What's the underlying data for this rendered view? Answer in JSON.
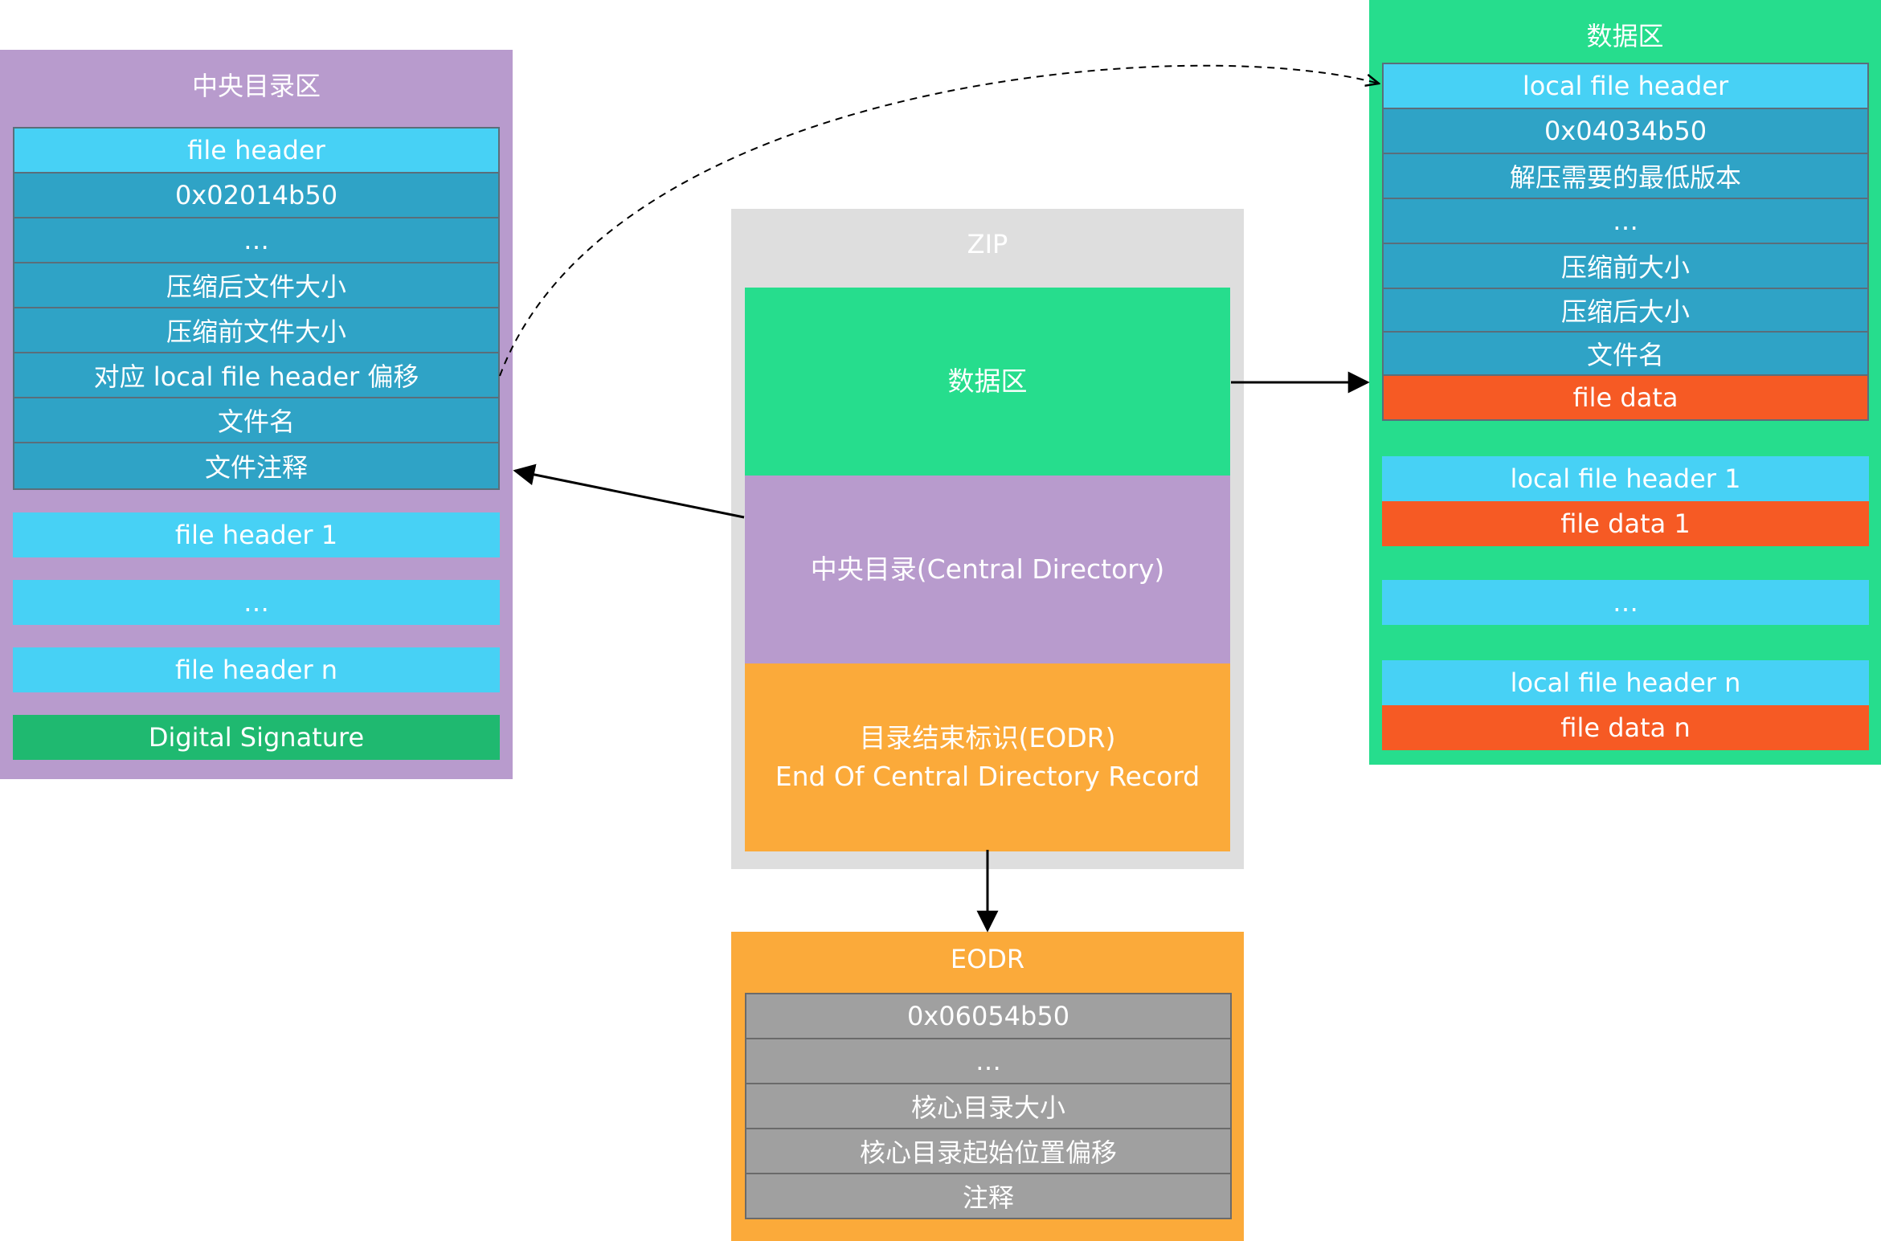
{
  "central_directory": {
    "title": "中央目录区",
    "rows": [
      "file header",
      "0x02014b50",
      "…",
      "压缩后文件大小",
      "压缩前文件大小",
      "对应 local file header 偏移",
      "文件名",
      "文件注释"
    ],
    "extra": [
      "file header 1",
      "…",
      "file header n"
    ],
    "signature": "Digital Signature"
  },
  "zip": {
    "title": "ZIP",
    "data_area": "数据区",
    "central_directory": "中央目录(Central Directory)",
    "eodr_line1": "目录结束标识(EODR)",
    "eodr_line2": "End Of Central Directory Record"
  },
  "eodr": {
    "title": "EODR",
    "rows": [
      "0x06054b50",
      "…",
      "核心目录大小",
      "核心目录起始位置偏移",
      "注释"
    ]
  },
  "data_area": {
    "title": "数据区",
    "rows": [
      "local file header",
      "0x04034b50",
      "解压需要的最低版本",
      "…",
      "压缩前大小",
      "压缩后大小",
      "文件名",
      "file data"
    ],
    "group1": [
      "local file header 1",
      "file data 1"
    ],
    "ellipsis": "…",
    "groupn": [
      "local file header n",
      "file data n"
    ]
  },
  "colors": {
    "purple": "#b89bcd",
    "green": "#26dd8d",
    "orange": "#fbaa3a",
    "zip_gray": "#dedede",
    "light_blue": "#47d1f5",
    "dark_blue": "#2fa3c6",
    "red_orange": "#f65a24",
    "gray_row": "#a0a0a0",
    "signature_green": "#1fb970"
  }
}
